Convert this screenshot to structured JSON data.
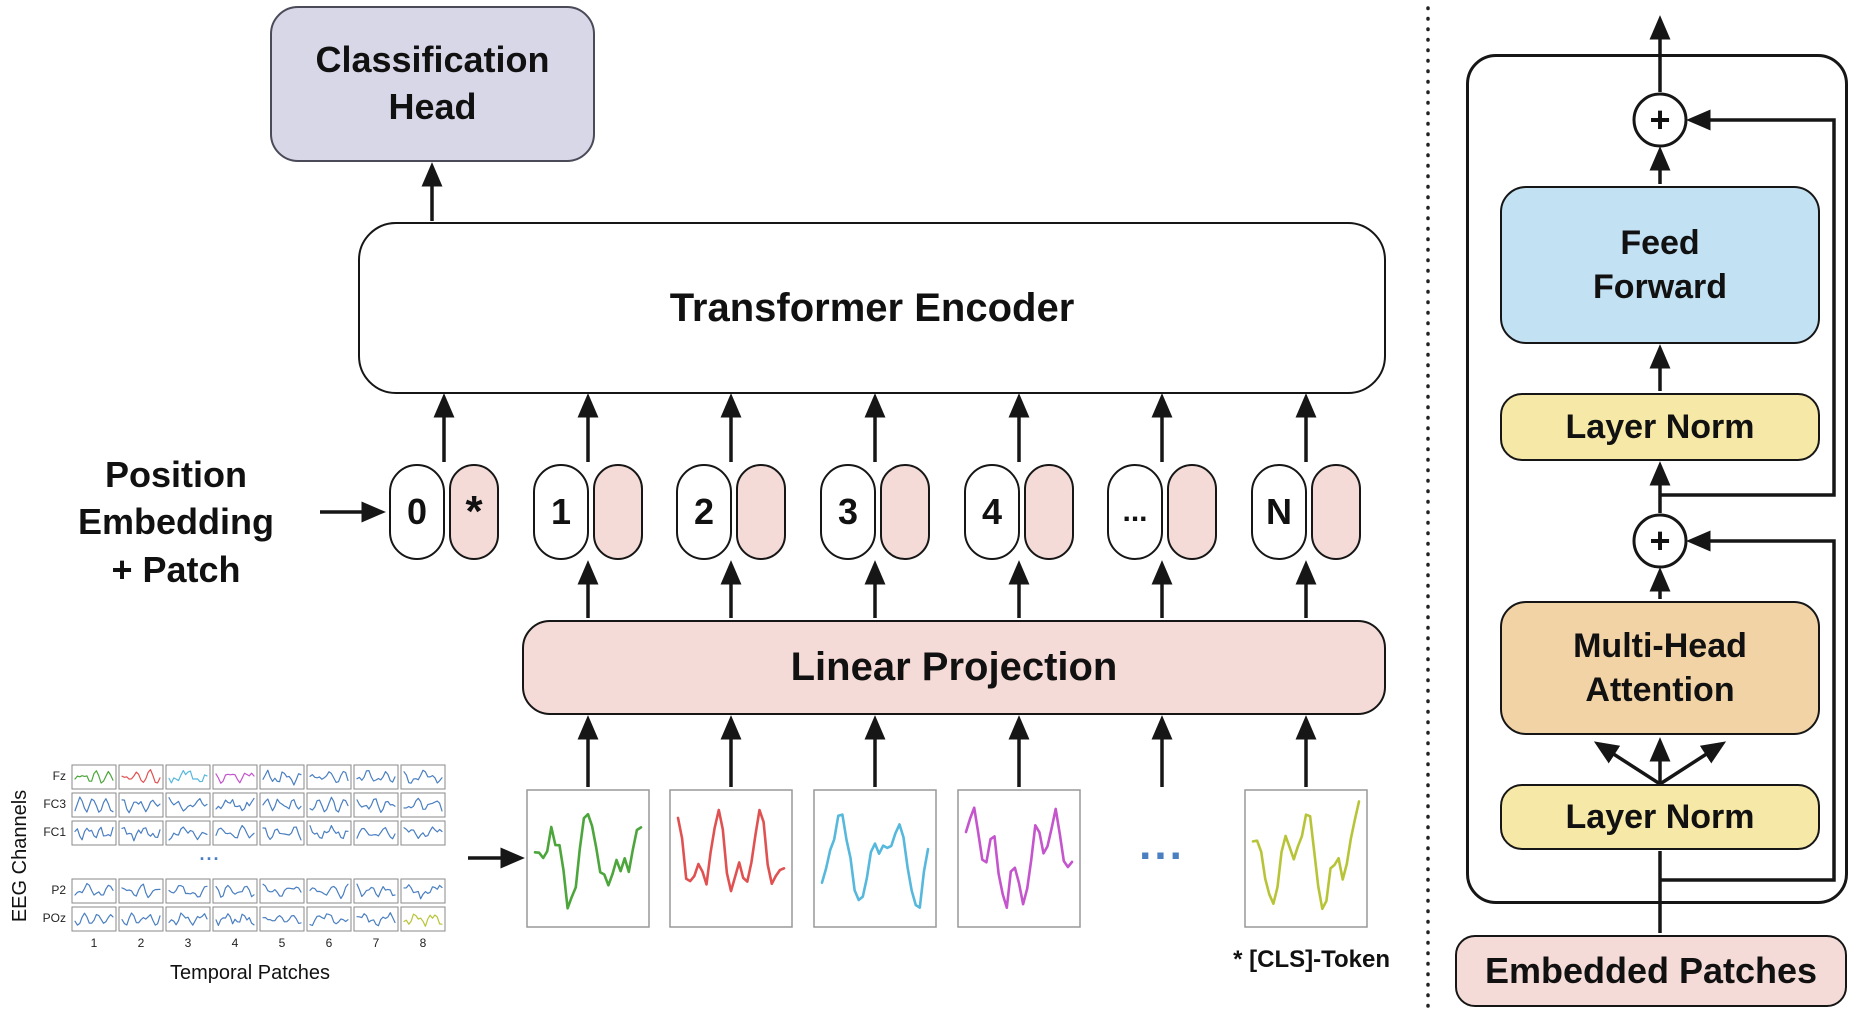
{
  "diagram": {
    "classification_head": "Classification\nHead",
    "transformer_encoder": "Transformer Encoder",
    "position_embedding_label": "Position\nEmbedding\n+ Patch",
    "linear_projection": "Linear Projection",
    "cls_note": "* [CLS]-Token",
    "patch_dots": "...",
    "tokens": [
      {
        "label": "0",
        "mark": "*"
      },
      {
        "label": "1",
        "mark": ""
      },
      {
        "label": "2",
        "mark": ""
      },
      {
        "label": "3",
        "mark": ""
      },
      {
        "label": "4",
        "mark": ""
      },
      {
        "label": "...",
        "mark": ""
      },
      {
        "label": "N",
        "mark": ""
      }
    ]
  },
  "eeg": {
    "axis_label": "EEG Channels",
    "x_label": "Temporal Patches",
    "row_labels": [
      "Fz",
      "FC3",
      "FC1",
      "P2",
      "POz"
    ],
    "row_gap_dots": "...",
    "col_labels": [
      "1",
      "2",
      "3",
      "4",
      "5",
      "6",
      "7",
      "8"
    ],
    "grid_colors": [
      [
        "#4ca63c",
        "#e05252",
        "#56b8dc",
        "#c455cc",
        "#4a7fc1",
        "#4a7fc1",
        "#4a7fc1",
        "#4a7fc1"
      ],
      [
        "#4a7fc1",
        "#4a7fc1",
        "#4a7fc1",
        "#4a7fc1",
        "#4a7fc1",
        "#4a7fc1",
        "#4a7fc1",
        "#4a7fc1"
      ],
      [
        "#4a7fc1",
        "#4a7fc1",
        "#4a7fc1",
        "#4a7fc1",
        "#4a7fc1",
        "#4a7fc1",
        "#4a7fc1",
        "#4a7fc1"
      ],
      [
        "#4a7fc1",
        "#4a7fc1",
        "#4a7fc1",
        "#4a7fc1",
        "#4a7fc1",
        "#4a7fc1",
        "#4a7fc1",
        "#4a7fc1"
      ],
      [
        "#4a7fc1",
        "#4a7fc1",
        "#4a7fc1",
        "#4a7fc1",
        "#4a7fc1",
        "#4a7fc1",
        "#4a7fc1",
        "#b8c438"
      ]
    ]
  },
  "patches": {
    "colors": [
      "#4ca63c",
      "#e05252",
      "#56b8dc",
      "#c455cc",
      "#b8c438"
    ],
    "dots_color": "#4a7fc1"
  },
  "right": {
    "feed_forward": "Feed\nForward",
    "layer_norm_top": "Layer Norm",
    "multi_head_attention": "Multi-Head\nAttention",
    "layer_norm_bottom": "Layer Norm",
    "embedded_patches": "Embedded Patches",
    "plus": "+"
  },
  "colors": {
    "classification_head_bg": "#d7d7e8",
    "pink_bg": "#f5dbd7",
    "feed_forward_bg": "#c2e1f2",
    "layer_norm_bg": "#f6e8a6",
    "attention_bg": "#f2d3a6",
    "line": "#161616"
  }
}
